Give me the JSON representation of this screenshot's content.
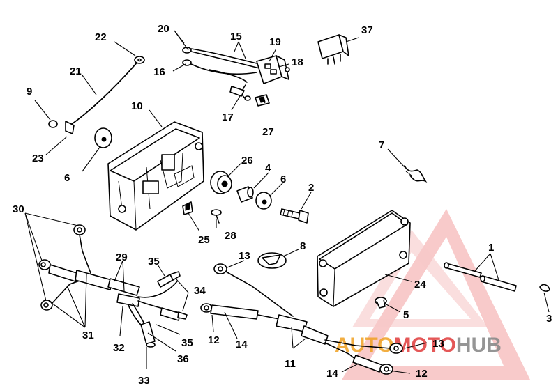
{
  "callouts": [
    "1",
    "2",
    "3",
    "4",
    "5",
    "6",
    "6",
    "7",
    "8",
    "9",
    "10",
    "11",
    "12",
    "12",
    "13",
    "13",
    "14",
    "14",
    "15",
    "16",
    "17",
    "18",
    "19",
    "20",
    "21",
    "22",
    "23",
    "24",
    "25",
    "26",
    "27",
    "28",
    "29",
    "30",
    "31",
    "32",
    "33",
    "34",
    "35",
    "35",
    "36",
    "37"
  ],
  "watermark": {
    "part1": "AUTO",
    "part2": "MOTO",
    "part3": "HUB",
    "color_accent": "#f0a020",
    "color_red": "#e03a3a",
    "color_gray": "#9a9a9a"
  }
}
